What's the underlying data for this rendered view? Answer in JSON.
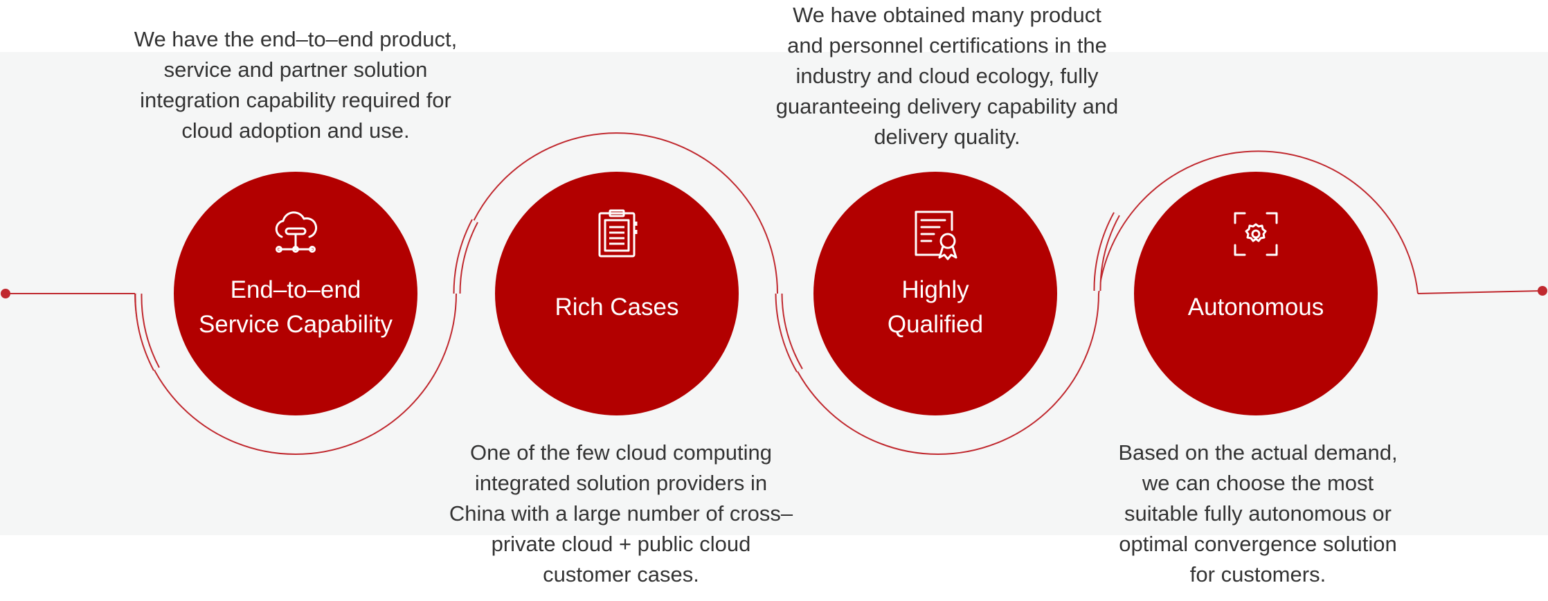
{
  "steps": [
    {
      "title": "End–to–end\nService Capability",
      "icon": "cloud-network-icon",
      "description": "We have the end–to–end product,\nservice and partner solution\nintegration capability required for\ncloud adoption and use."
    },
    {
      "title": "Rich Cases",
      "icon": "clipboard-icon",
      "description": "One of the few cloud computing\nintegrated solution providers in\nChina with a large number of cross–\nprivate cloud + public cloud\ncustomer cases."
    },
    {
      "title": "Highly\nQualified",
      "icon": "certificate-icon",
      "description": "We have obtained many product\nand personnel certifications in the\nindustry and cloud ecology, fully\nguaranteeing delivery capability and\ndelivery quality."
    },
    {
      "title": "Autonomous",
      "icon": "scan-gear-icon",
      "description": "Based on the actual demand,\nwe can choose the most\nsuitable fully autonomous or\noptimal convergence solution\nfor customers."
    }
  ],
  "colors": {
    "accent": "#b20000",
    "line": "#c0282e",
    "text": "#333333",
    "band": "#f5f6f6"
  }
}
